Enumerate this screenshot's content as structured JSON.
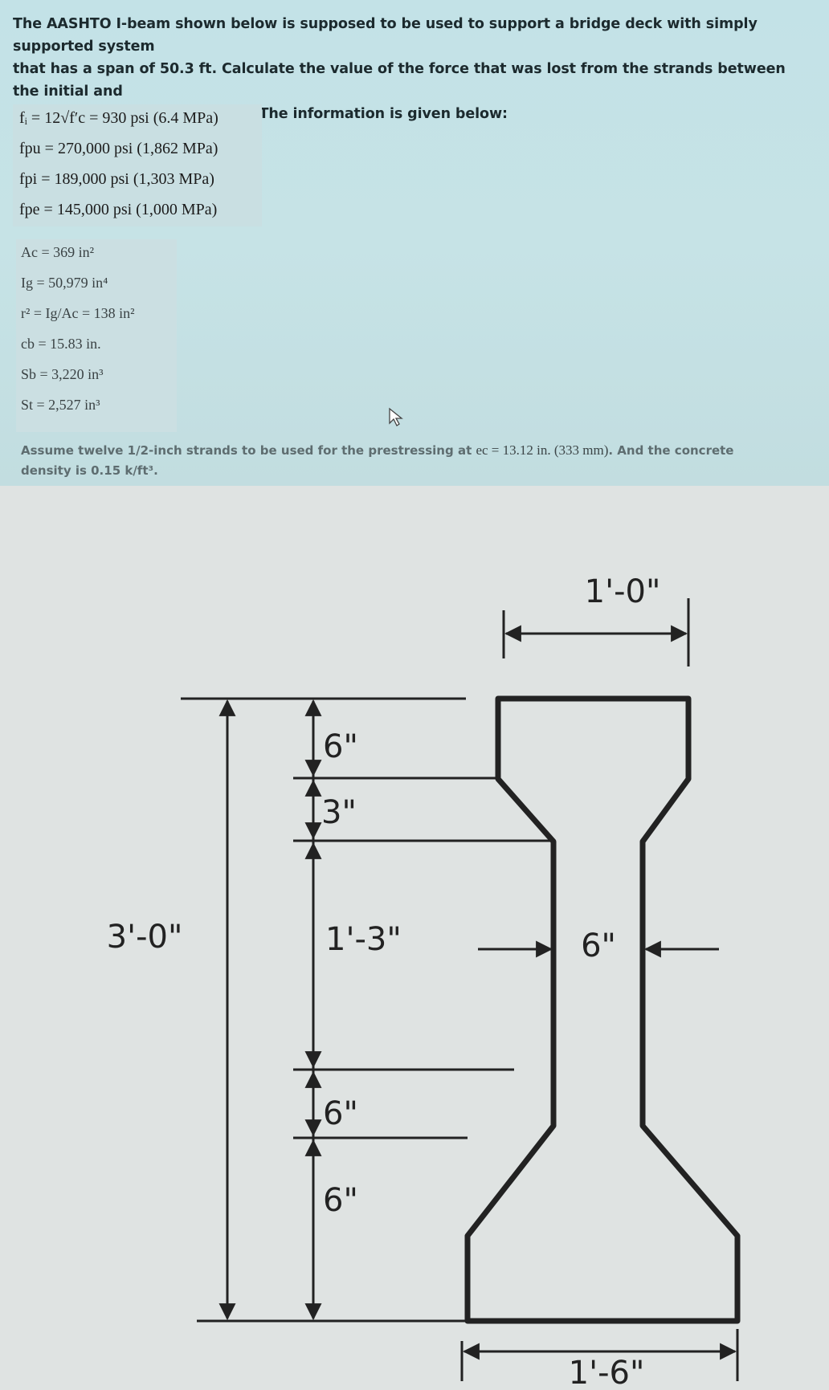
{
  "question": {
    "lines": [
      "The AASHTO I-beam shown below is supposed to be used to support a bridge deck with simply supported system",
      "that has a span of 50.3 ft. Calculate the value of the force that was lost from the strands between the initial and",
      "the final stages in (kips) units. The information is given below:"
    ]
  },
  "stresses": [
    "fᵢ = 12√f′c = 930 psi (6.4 MPa)",
    "fpu = 270,000 psi (1,862 MPa)",
    "fpi = 189,000 psi (1,303 MPa)",
    "fpe = 145,000 psi (1,000 MPa)"
  ],
  "section_properties": [
    "Ac = 369 in²",
    "Ig = 50,979 in⁴",
    "r² = Ig/Ac = 138 in²",
    "cb = 15.83 in.",
    "Sb = 3,220 in³",
    "St = 2,527 in³"
  ],
  "assumption": {
    "part1": "Assume twelve 1/2-inch strands to be used for the prestressing at ",
    "ec": "ec = 13.12 in. (333 mm)",
    "part2": ". And the concrete",
    "line2": "density is 0.15 k/ft³."
  },
  "icons": {
    "cursor": "mouse-pointer-icon"
  },
  "diagram": {
    "top_flange_width": "1'-0\"",
    "total_height": "3'-0\"",
    "top_flange_depth": "6\"",
    "top_haunch_depth": "3\"",
    "web_height": "1'-3\"",
    "web_width": "6\"",
    "bottom_haunch_depth": "6\"",
    "bottom_flange_depth": "6\"",
    "bottom_flange_width": "1'-6\""
  }
}
